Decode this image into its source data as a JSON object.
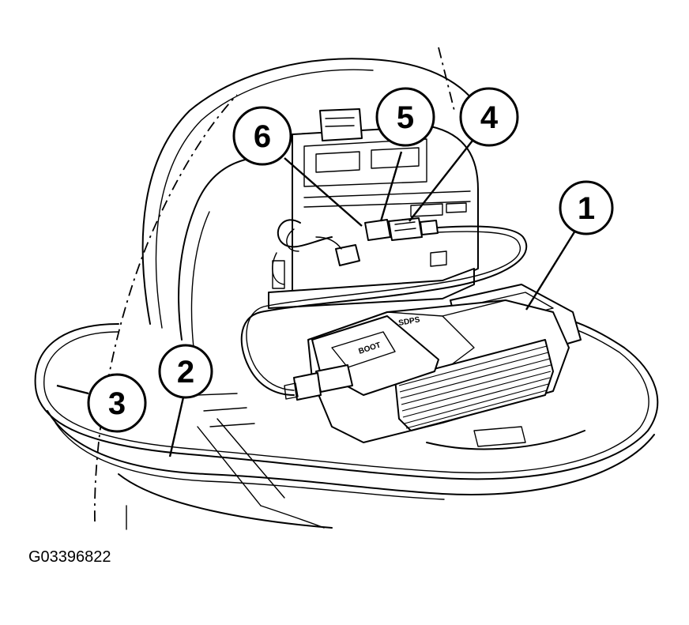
{
  "figure_id": "G03396822",
  "callouts": [
    {
      "number": "1"
    },
    {
      "number": "2"
    },
    {
      "number": "3"
    },
    {
      "number": "4"
    },
    {
      "number": "5"
    },
    {
      "number": "6"
    }
  ],
  "device_labels": {
    "front_label": "BOOT",
    "top_label": "SDPS"
  }
}
